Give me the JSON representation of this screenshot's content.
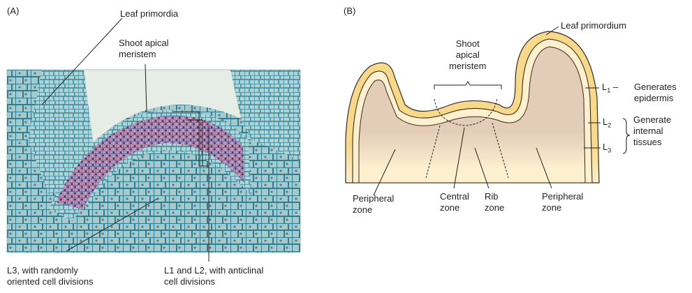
{
  "panel_a": {
    "label": "(A)",
    "leaf_primordia": "Leaf primordia",
    "sam_line1": "Shoot apical",
    "sam_line2": "meristem",
    "l3_line1": "L3, with randomly",
    "l3_line2": "oriented cell divisions",
    "l1l2_line1": "L1 and L2, with anticlinal",
    "l1l2_line2": "cell divisions"
  },
  "panel_b": {
    "label": "(B)",
    "leaf_primordium": "Leaf primordium",
    "sam_line1": "Shoot",
    "sam_line2": "apical",
    "sam_line3": "meristem",
    "l1": "L",
    "l1_sub": "1",
    "l1_desc_line1": "Generates",
    "l1_desc_line2": "epidermis",
    "l2": "L",
    "l2_sub": "2",
    "l3": "L",
    "l3_sub": "3",
    "internal_line1": "Generate",
    "internal_line2": "internal",
    "internal_line3": "tissues",
    "peripheral_left_line1": "Peripheral",
    "peripheral_left_line2": "zone",
    "central_line1": "Central",
    "central_line2": "zone",
    "rib_line1": "Rib",
    "rib_line2": "zone",
    "peripheral_right_line1": "Peripheral",
    "peripheral_right_line2": "zone"
  },
  "colors": {
    "micrograph_bg": "#8fb4b8",
    "cell_wall": "#1f6f86",
    "stained_cells": "#7a2e64",
    "tunica_fill": "#f8d98a",
    "tunica_outline": "#3a2a1a",
    "corpus_fill": "#e3cdb8"
  }
}
